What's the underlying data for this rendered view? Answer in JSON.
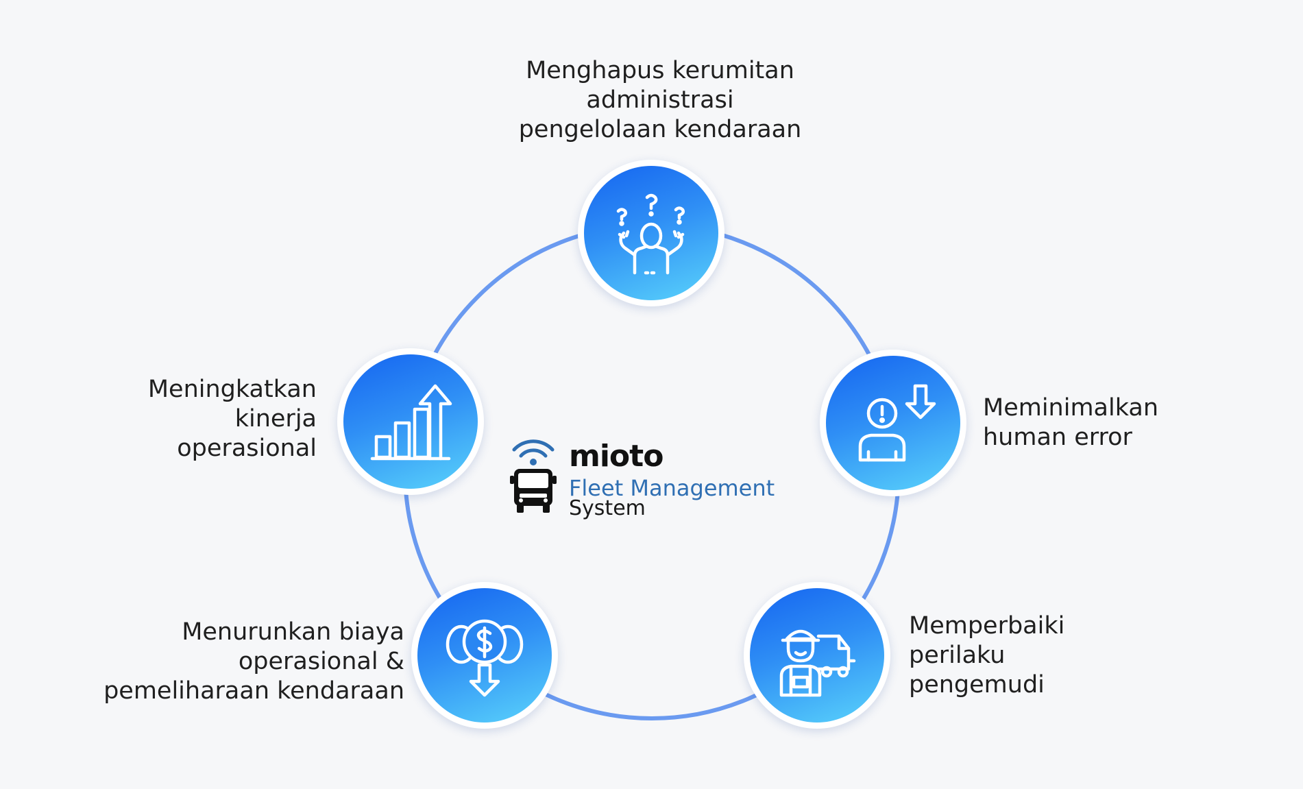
{
  "center": {
    "brand": "mioto",
    "line2": "Fleet Management",
    "line3": "System"
  },
  "nodes": {
    "top": {
      "icon": "confused-person-icon",
      "label_lines": [
        "Menghapus kerumitan",
        "administrasi",
        "pengelolaan kendaraan"
      ]
    },
    "right": {
      "icon": "person-alert-down-icon",
      "label_lines": [
        "Meminimalkan",
        "human error"
      ]
    },
    "bottom_right": {
      "icon": "driver-truck-icon",
      "label_lines": [
        "Memperbaiki",
        "perilaku",
        "pengemudi"
      ]
    },
    "bottom_left": {
      "icon": "money-decrease-icon",
      "label_lines": [
        "Menurunkan biaya",
        "operasional &",
        "pemeliharaan kendaraan"
      ]
    },
    "left": {
      "icon": "growth-chart-icon",
      "label_lines": [
        "Meningkatkan",
        "kinerja",
        "operasional"
      ]
    }
  },
  "colors": {
    "ring": "#6a9af0",
    "node_gradient_start": "#1565f0",
    "node_gradient_end": "#5ad3fb",
    "brand_blue": "#2f6fb3"
  }
}
